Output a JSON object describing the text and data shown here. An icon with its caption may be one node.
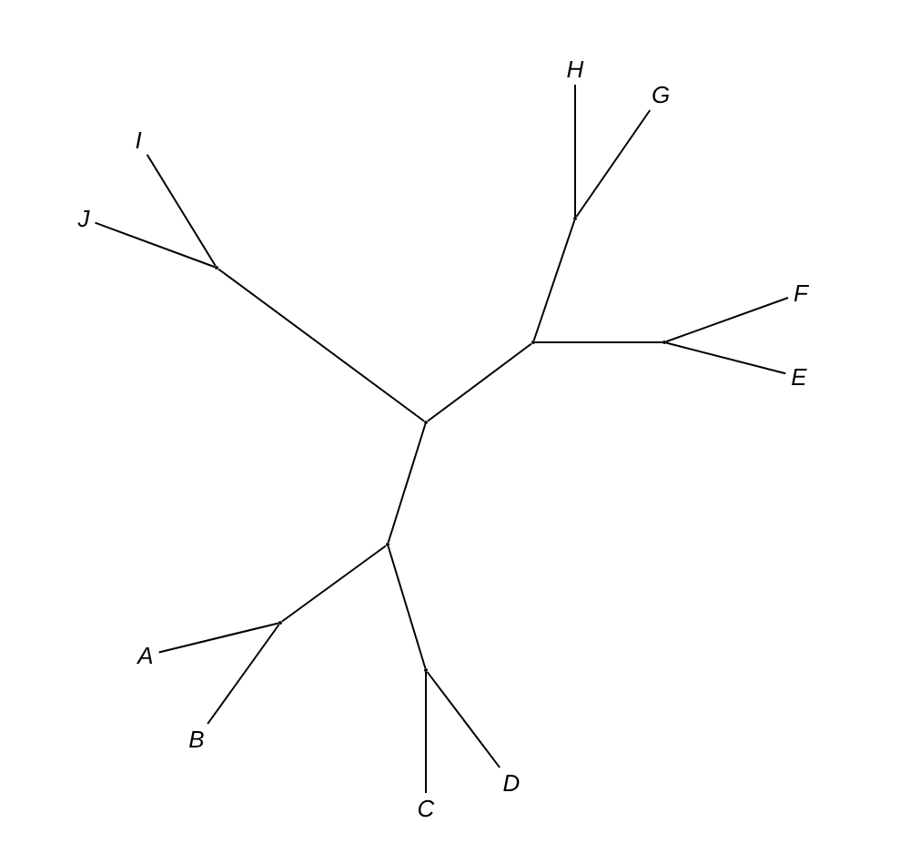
{
  "diagram": {
    "nodes": [
      {
        "text": [
          "I"
        ]
      },
      {
        "text": [
          "J"
        ]
      },
      {
        "text": [
          "H"
        ]
      },
      {
        "text": [
          "G"
        ]
      },
      {
        "text": [
          "F"
        ]
      },
      {
        "text": [
          "E"
        ]
      },
      {
        "text": [
          "A"
        ]
      },
      {
        "text": [
          "B"
        ]
      },
      {
        "text": [
          "C"
        ]
      },
      {
        "text": [
          "D"
        ]
      },
      {
        "text": [],
        "shape": "point"
      },
      {
        "text": [],
        "shape": "point"
      },
      {
        "text": [],
        "shape": "point"
      },
      {
        "text": [],
        "shape": "point"
      },
      {
        "text": [],
        "shape": "point"
      },
      {
        "text": [],
        "shape": "point"
      },
      {
        "text": [],
        "shape": "point"
      },
      {
        "text": [],
        "shape": "point"
      }
    ],
    "edges": [
      {
        "from": 10,
        "to": 11,
        "arrow": "none"
      },
      {
        "from": 11,
        "to": 0,
        "arrow": "none"
      },
      {
        "from": 11,
        "to": 1,
        "arrow": "none"
      },
      {
        "from": 10,
        "to": 12,
        "arrow": "none"
      },
      {
        "from": 12,
        "to": 13,
        "arrow": "none"
      },
      {
        "from": 13,
        "to": 2,
        "arrow": "none"
      },
      {
        "from": 13,
        "to": 3,
        "arrow": "none"
      },
      {
        "from": 12,
        "to": 14,
        "arrow": "none"
      },
      {
        "from": 14,
        "to": 4,
        "arrow": "none"
      },
      {
        "from": 14,
        "to": 5,
        "arrow": "none"
      },
      {
        "from": 10,
        "to": 15,
        "arrow": "none"
      },
      {
        "from": 15,
        "to": 16,
        "arrow": "none"
      },
      {
        "from": 16,
        "to": 6,
        "arrow": "none"
      },
      {
        "from": 16,
        "to": 7,
        "arrow": "none"
      },
      {
        "from": 15,
        "to": 17,
        "arrow": "none"
      },
      {
        "from": 17,
        "to": 8,
        "arrow": "none"
      },
      {
        "from": 17,
        "to": 9,
        "arrow": "none"
      }
    ]
  }
}
